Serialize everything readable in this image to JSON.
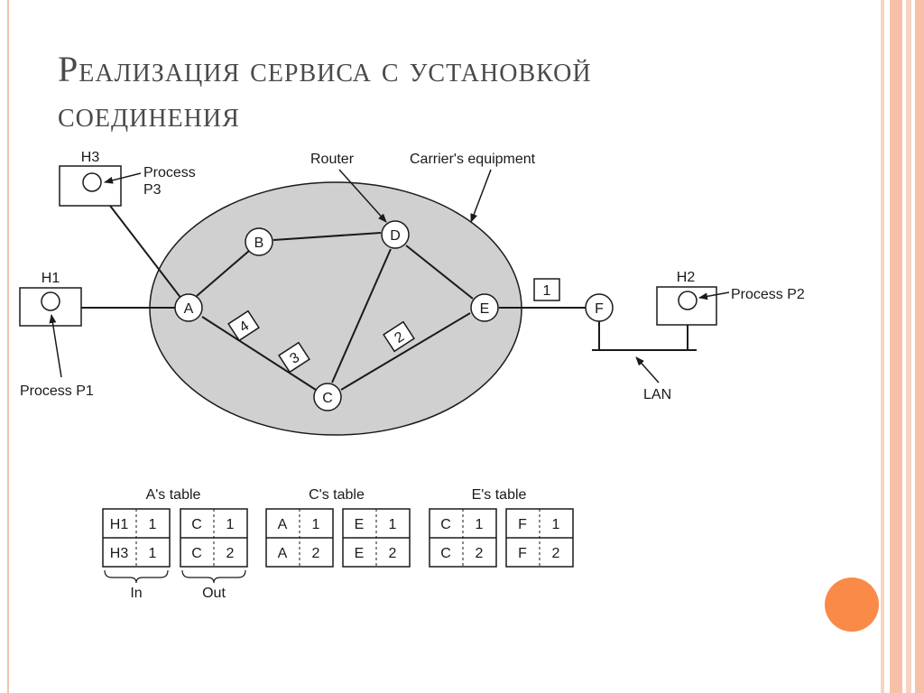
{
  "slide": {
    "title_line1": "Реализация сервиса с установкой",
    "title_line2": "соединения"
  },
  "colors": {
    "accent": "#fa8a48",
    "cloud_fill": "#d0d0d0",
    "title_text": "#4a4a4a"
  },
  "diagram": {
    "labels": {
      "router": "Router",
      "carrier": "Carrier's equipment",
      "lan": "LAN",
      "process_p1": "Process P1",
      "process_p2": "Process P2",
      "process_p3_line1": "Process",
      "process_p3_line2": "P3"
    },
    "hosts": {
      "h1": "H1",
      "h2": "H2",
      "h3": "H3"
    },
    "nodes": {
      "a": "A",
      "b": "B",
      "c": "C",
      "d": "D",
      "e": "E",
      "f": "F"
    },
    "packets": {
      "p1": "1",
      "p2": "2",
      "p3": "3",
      "p4": "4"
    }
  },
  "tables": {
    "a": {
      "title": "A's table",
      "in_label": "In",
      "out_label": "Out",
      "rows": [
        {
          "in_node": "H1",
          "in_num": "1",
          "out_node": "C",
          "out_num": "1"
        },
        {
          "in_node": "H3",
          "in_num": "1",
          "out_node": "C",
          "out_num": "2"
        }
      ]
    },
    "c": {
      "title": "C's table",
      "rows": [
        {
          "in_node": "A",
          "in_num": "1",
          "out_node": "E",
          "out_num": "1"
        },
        {
          "in_node": "A",
          "in_num": "2",
          "out_node": "E",
          "out_num": "2"
        }
      ]
    },
    "e": {
      "title": "E's table",
      "rows": [
        {
          "in_node": "C",
          "in_num": "1",
          "out_node": "F",
          "out_num": "1"
        },
        {
          "in_node": "C",
          "in_num": "2",
          "out_node": "F",
          "out_num": "2"
        }
      ]
    }
  }
}
